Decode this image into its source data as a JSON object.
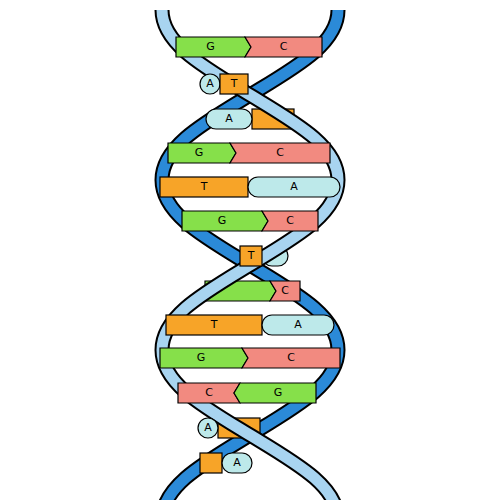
{
  "diagram": {
    "nodes": [
      {
        "text": [
          "G"
        ]
      },
      {
        "text": [
          "C"
        ]
      },
      {
        "text": [
          "A"
        ]
      },
      {
        "text": [
          "T"
        ]
      },
      {
        "text": [
          "A"
        ]
      },
      {
        "text": [
          "G"
        ]
      },
      {
        "text": [
          "C"
        ]
      },
      {
        "text": [
          "T"
        ]
      },
      {
        "text": [
          "A"
        ]
      },
      {
        "text": [
          "G"
        ]
      },
      {
        "text": [
          "C"
        ]
      },
      {
        "text": [
          "T"
        ]
      },
      {
        "text": [
          "C"
        ]
      },
      {
        "text": [
          "T"
        ]
      },
      {
        "text": [
          "A"
        ]
      },
      {
        "text": [
          "G"
        ]
      },
      {
        "text": [
          "C"
        ]
      },
      {
        "text": [
          "C"
        ]
      },
      {
        "text": [
          "G"
        ]
      },
      {
        "text": [
          "A"
        ]
      },
      {
        "text": [
          "A"
        ]
      }
    ]
  }
}
